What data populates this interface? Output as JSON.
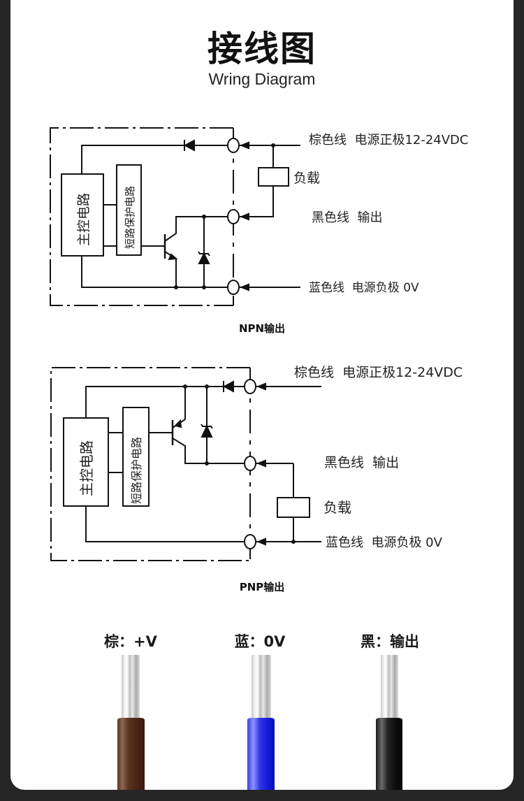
{
  "header": {
    "title": "接线图",
    "subtitle": "Wring Diagram"
  },
  "npn_diagram": {
    "caption": "NPN输出",
    "main_circuit": "主控电路",
    "protection_circuit": "短路保护电路",
    "load": "负载",
    "terminals": {
      "brown": "棕色线  电源正极12-24VDC",
      "black": "黑色线  输出",
      "blue": "蓝色线  电源负极 0V"
    }
  },
  "pnp_diagram": {
    "caption": "PNP输出",
    "main_circuit": "主控电路",
    "protection_circuit": "短路保护电路",
    "load": "负载",
    "terminals": {
      "brown": "棕色线  电源正极12-24VDC",
      "black": "黑色线  输出",
      "blue": "蓝色线  电源负极 0V"
    }
  },
  "wires": [
    {
      "label": "棕：+V",
      "color": "#5b3422"
    },
    {
      "label": "蓝：0V",
      "color": "#2a30e0"
    },
    {
      "label": "黑：输出",
      "color": "#111111"
    }
  ]
}
